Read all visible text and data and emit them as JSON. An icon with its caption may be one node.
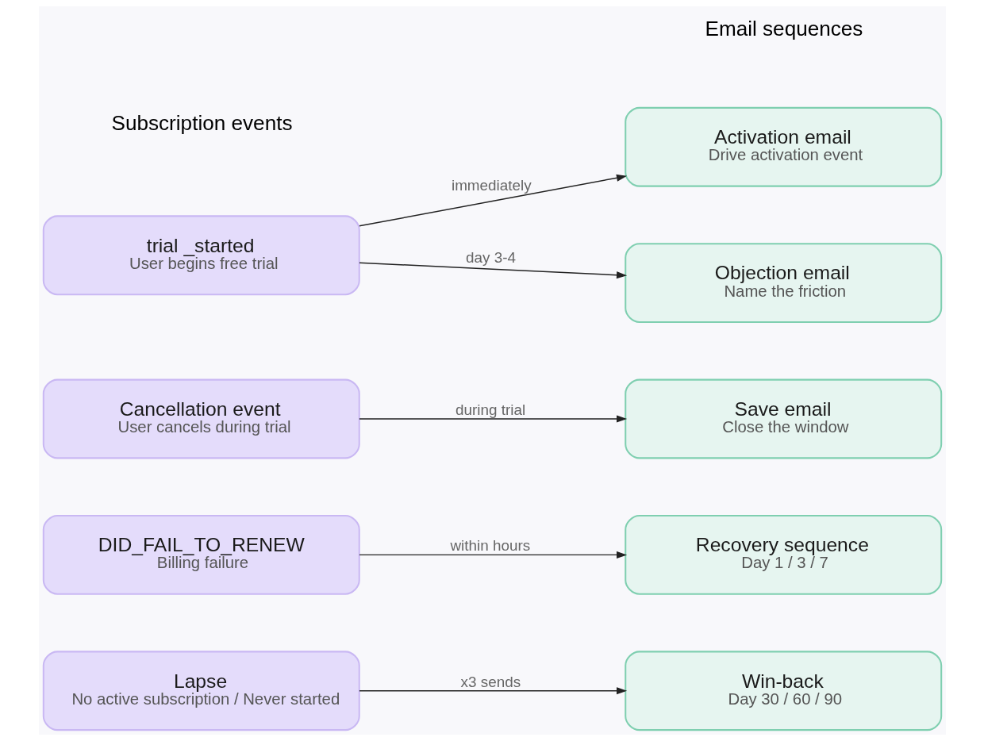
{
  "diagram": {
    "nodes": [
      {
        "text": [
          "trial _started",
          "User begins free trial"
        ]
      },
      {
        "text": [
          "Activation email",
          "Drive activation event"
        ]
      },
      {
        "text": [
          "Objection email",
          "Name the friction"
        ]
      },
      {
        "text": [
          "Cancellation event",
          "User cancels during trial"
        ]
      },
      {
        "text": [
          "Save email",
          "Close the window"
        ]
      },
      {
        "text": [
          "DID_FAIL_TO_RENEW",
          "Billing failure"
        ]
      },
      {
        "text": [
          "Recovery sequence",
          "Day 1 / 3 / 7"
        ]
      },
      {
        "text": [
          "Lapse",
          "No active subscription / Never started"
        ]
      },
      {
        "text": [
          "Win-back",
          "Day 30 / 60 / 90"
        ]
      }
    ],
    "edges": [
      {
        "from": 0,
        "to": 1,
        "arrow": "to",
        "label": "immediately"
      },
      {
        "from": 0,
        "to": 2,
        "arrow": "to",
        "label": "day 3-4"
      },
      {
        "from": 3,
        "to": 4,
        "arrow": "to",
        "label": "during trial"
      },
      {
        "from": 5,
        "to": 6,
        "arrow": "to",
        "label": "within hours"
      },
      {
        "from": 7,
        "to": 8,
        "arrow": "to",
        "label": "x3 sends"
      }
    ],
    "labels": [
      "Subscription events",
      "Email sequences"
    ]
  }
}
